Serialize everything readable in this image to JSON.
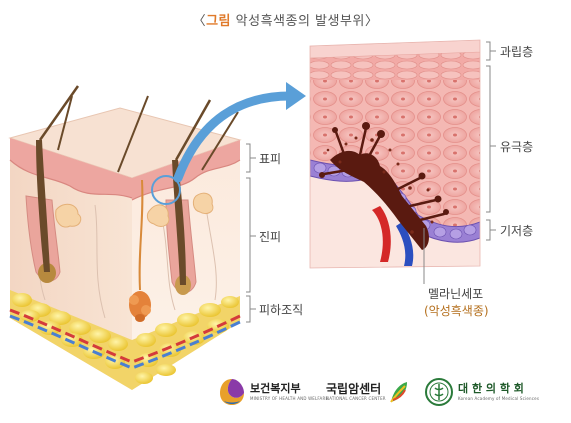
{
  "title": {
    "open": "〈",
    "accent": "그림",
    "rest": " 악성흑색종의 발생부위",
    "close": "〉"
  },
  "labels": {
    "epidermis": "표피",
    "dermis": "진피",
    "subcutis": "피하조직",
    "stratum_corneum": "과립층",
    "spinous_layer": "유극층",
    "basal_layer": "기저층",
    "melanocyte": "멜라닌세포",
    "melanoma": "(악성흑색종)"
  },
  "footer": {
    "mohw_name": "보건복지부",
    "mohw_sub": "MINISTRY OF HEALTH AND WELFARE",
    "ncc_name": "국립암센터",
    "ncc_sub": "NATIONAL CANCER CENTER",
    "kams_name": "대 한 의 학 회",
    "kams_sub": "Korean Academy of Medical Sciences"
  },
  "colors": {
    "accent": "#e07a2a",
    "skin_pink": "#f2b8b4",
    "epidermis_top": "#f5d9c9",
    "fat_yellow": "#f5d84a",
    "arrow_blue": "#5a9fd8",
    "melanocyte_purple": "#8a6ac8",
    "melanoma_dark": "#5a1a10"
  }
}
